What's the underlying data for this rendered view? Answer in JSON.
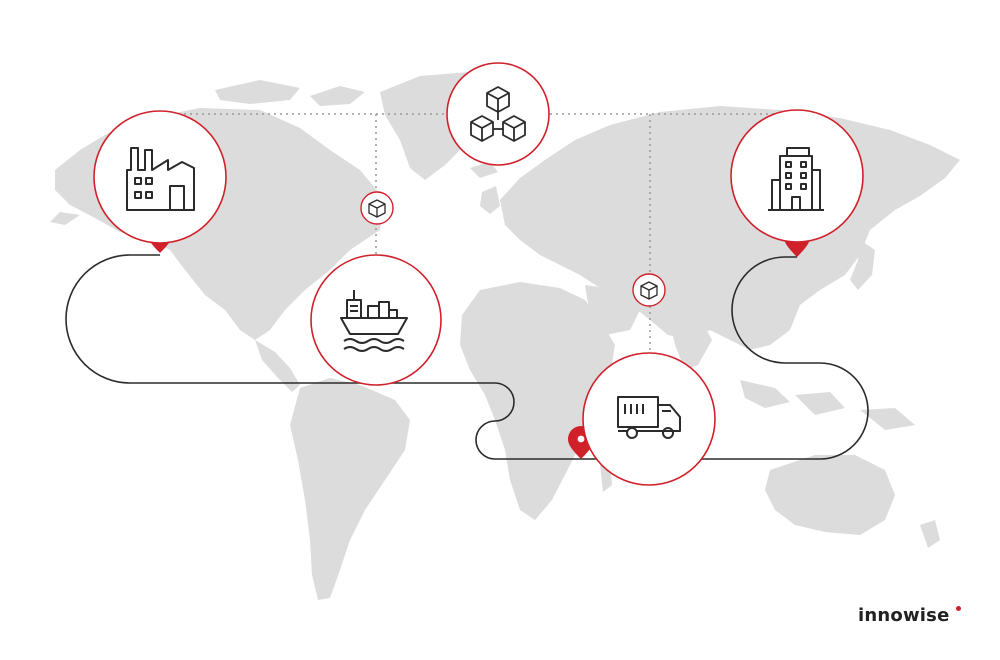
{
  "brand": {
    "name": "innowise",
    "accent_color": "#d0212a"
  },
  "colors": {
    "land": "#dcdcdc",
    "route_line": "#2b2b2b",
    "dotted_link": "#9a9a9a",
    "circle_border": "#d0212a",
    "icon_stroke": "#2b2b2b"
  },
  "nodes": [
    {
      "id": "factory",
      "icon": "factory-icon"
    },
    {
      "id": "ship",
      "icon": "cargo-ship-icon"
    },
    {
      "id": "blockchain",
      "icon": "blockchain-cubes-icon"
    },
    {
      "id": "truck",
      "icon": "delivery-truck-icon"
    },
    {
      "id": "office",
      "icon": "office-building-icon"
    },
    {
      "id": "package-a",
      "icon": "package-cube-icon"
    },
    {
      "id": "package-b",
      "icon": "package-cube-icon"
    }
  ],
  "pins": [
    "origin-pin",
    "transit-pin",
    "destination-pin"
  ]
}
